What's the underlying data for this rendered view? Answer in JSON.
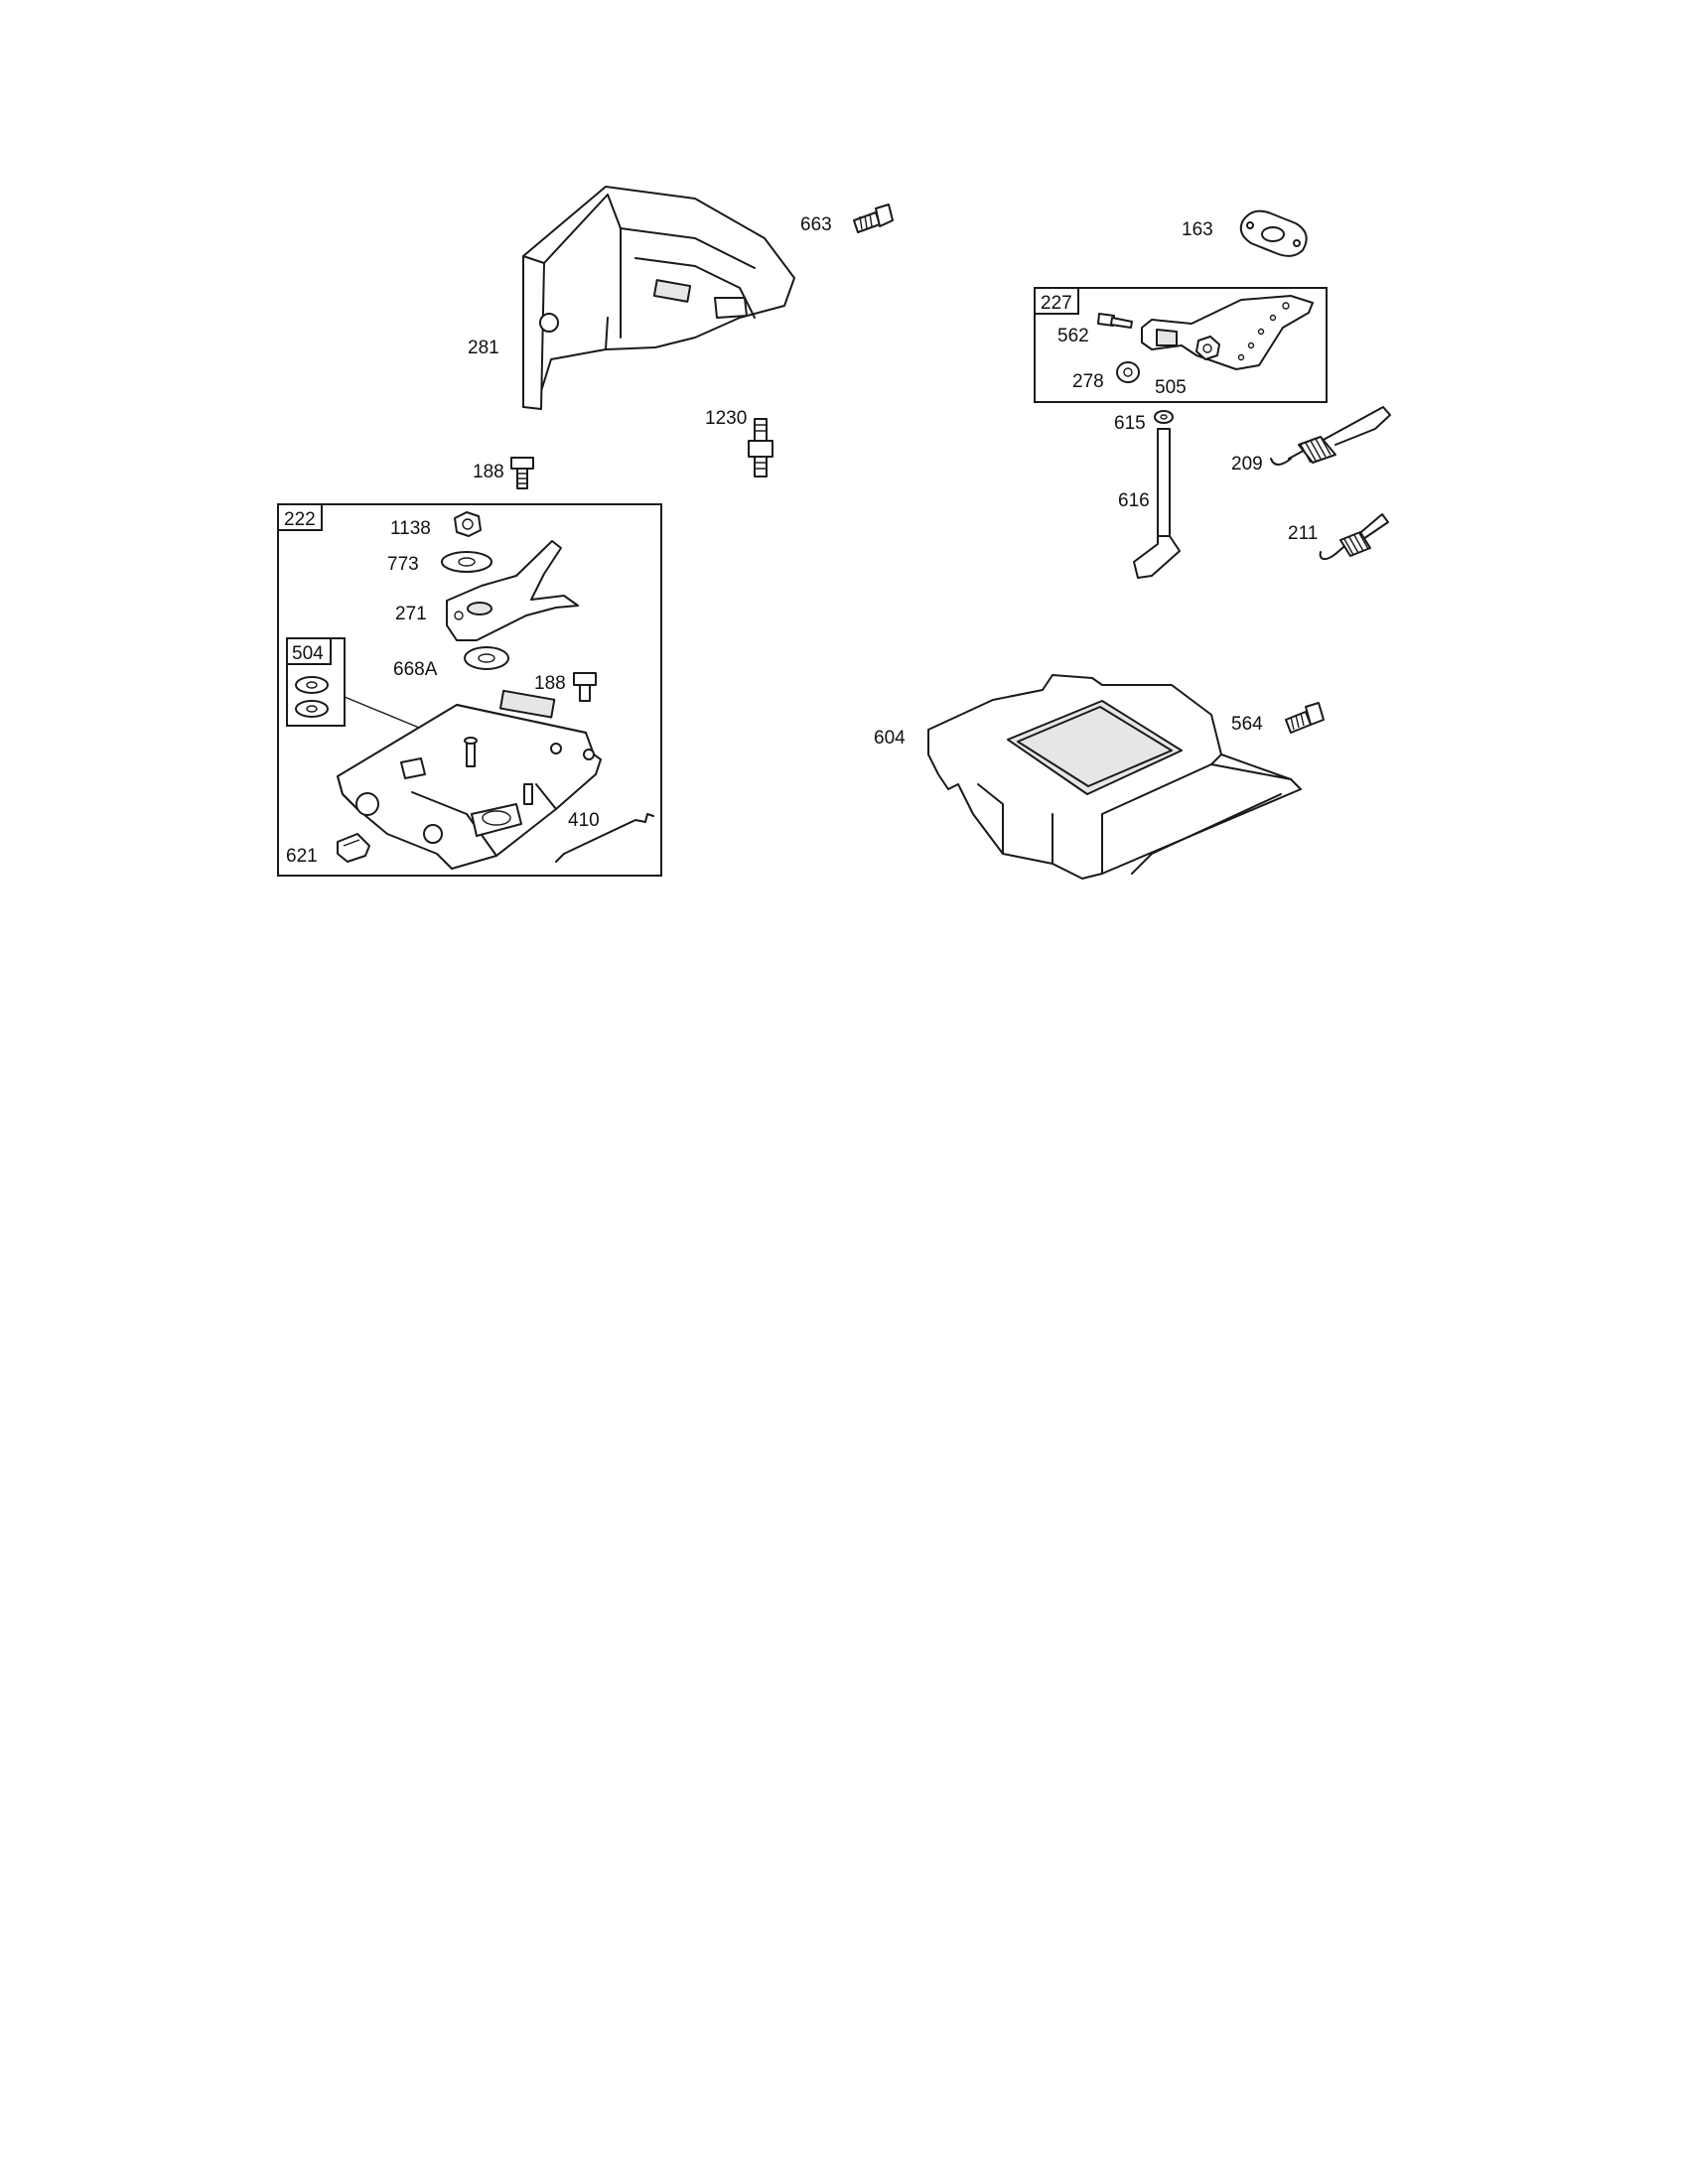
{
  "diagram": {
    "labels": {
      "p663": "663",
      "p163": "163",
      "p281": "281",
      "p227": "227",
      "p562": "562",
      "p278": "278",
      "p505": "505",
      "p1230": "1230",
      "p615": "615",
      "p209": "209",
      "p188a": "188",
      "p616": "616",
      "p222": "222",
      "p1138": "1138",
      "p773": "773",
      "p211": "211",
      "p271": "271",
      "p504": "504",
      "p668A": "668A",
      "p188b": "188",
      "p604": "604",
      "p564": "564",
      "p410": "410",
      "p621": "621"
    }
  }
}
